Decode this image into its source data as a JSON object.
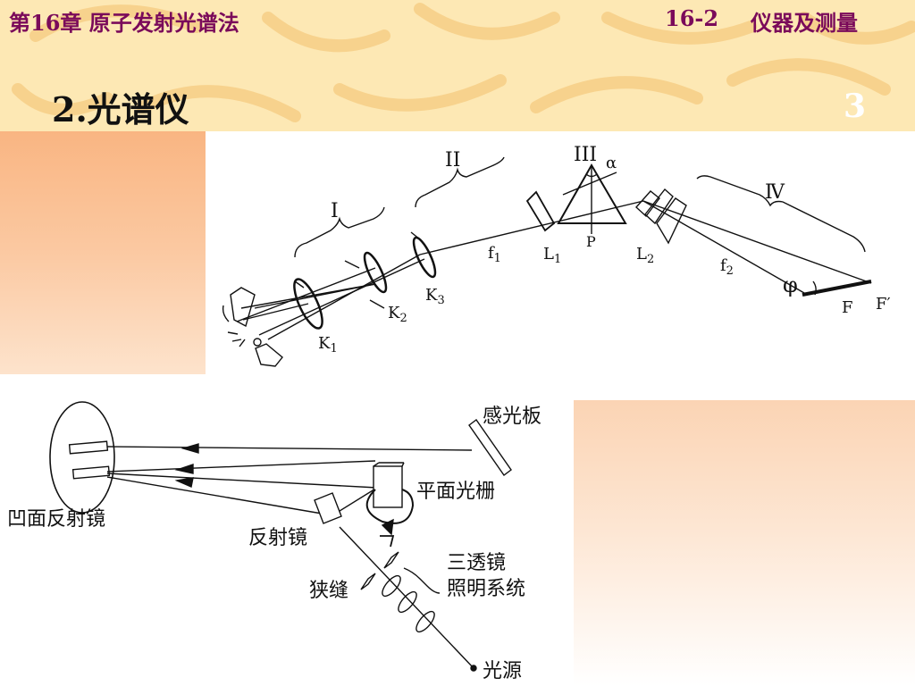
{
  "header": {
    "chapter": "第16章 原子发射光谱法",
    "section_number": "16-2",
    "section_name": "仪器及测量",
    "slide_title": "2.光谱仪",
    "page_number": "3"
  },
  "prism_diagram": {
    "group_labels": [
      "I",
      "II",
      "III",
      "Ⅳ"
    ],
    "alpha": "α",
    "phi": "φ",
    "components": {
      "K1": "K",
      "K1_sub": "1",
      "K2": "K",
      "K2_sub": "2",
      "K3": "K",
      "K3_sub": "3",
      "f1": "f",
      "f1_sub": "1",
      "L1": "L",
      "L1_sub": "1",
      "P": "P",
      "L2": "L",
      "L2_sub": "2",
      "f2": "f",
      "f2_sub": "2",
      "F": "F",
      "F_prime": "F′"
    }
  },
  "grating_diagram": {
    "concave_mirror": "凹面反射镜",
    "photo_plate": "感光板",
    "plane_grating": "平面光栅",
    "reflector": "反射镜",
    "three_lens_line1": "三透镜",
    "three_lens_line2": "照明系统",
    "slit": "狭缝",
    "light_source": "光源"
  },
  "colors": {
    "header_bg": "#fde8b4",
    "header_text": "#7a0a5a",
    "left_panel": "#f9b582",
    "right_panel": "#fbd4b4"
  }
}
